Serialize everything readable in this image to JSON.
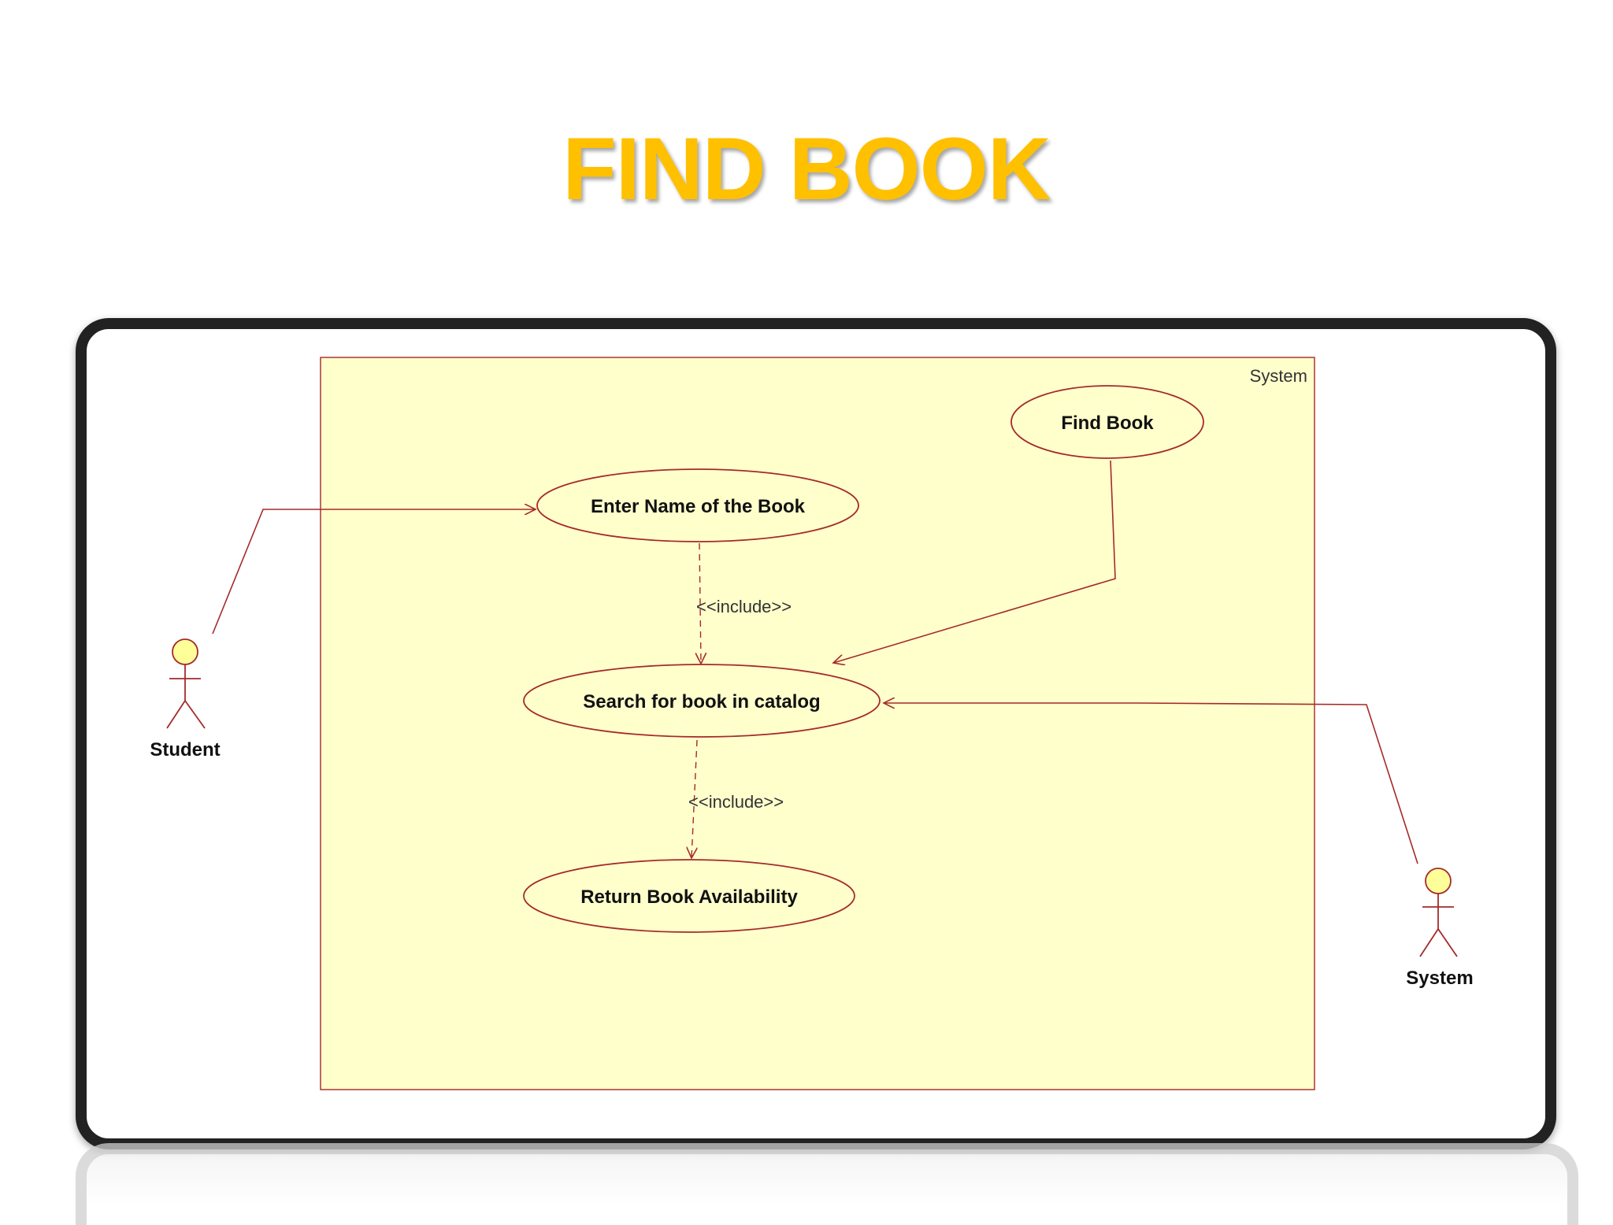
{
  "slide": {
    "title": "FIND BOOK",
    "title_color": "#FFC000"
  },
  "diagram": {
    "boundary_label": "System",
    "boundary_fill": "#FFFFCC",
    "line_color": "#A52A2A",
    "use_cases": {
      "find_book": "Find Book",
      "enter_name": "Enter Name of the Book",
      "search_catalog": "Search for book in catalog",
      "return_availability": "Return Book Availability"
    },
    "include_label": "<<include>>",
    "actors": {
      "student": "Student",
      "system": "System"
    }
  }
}
